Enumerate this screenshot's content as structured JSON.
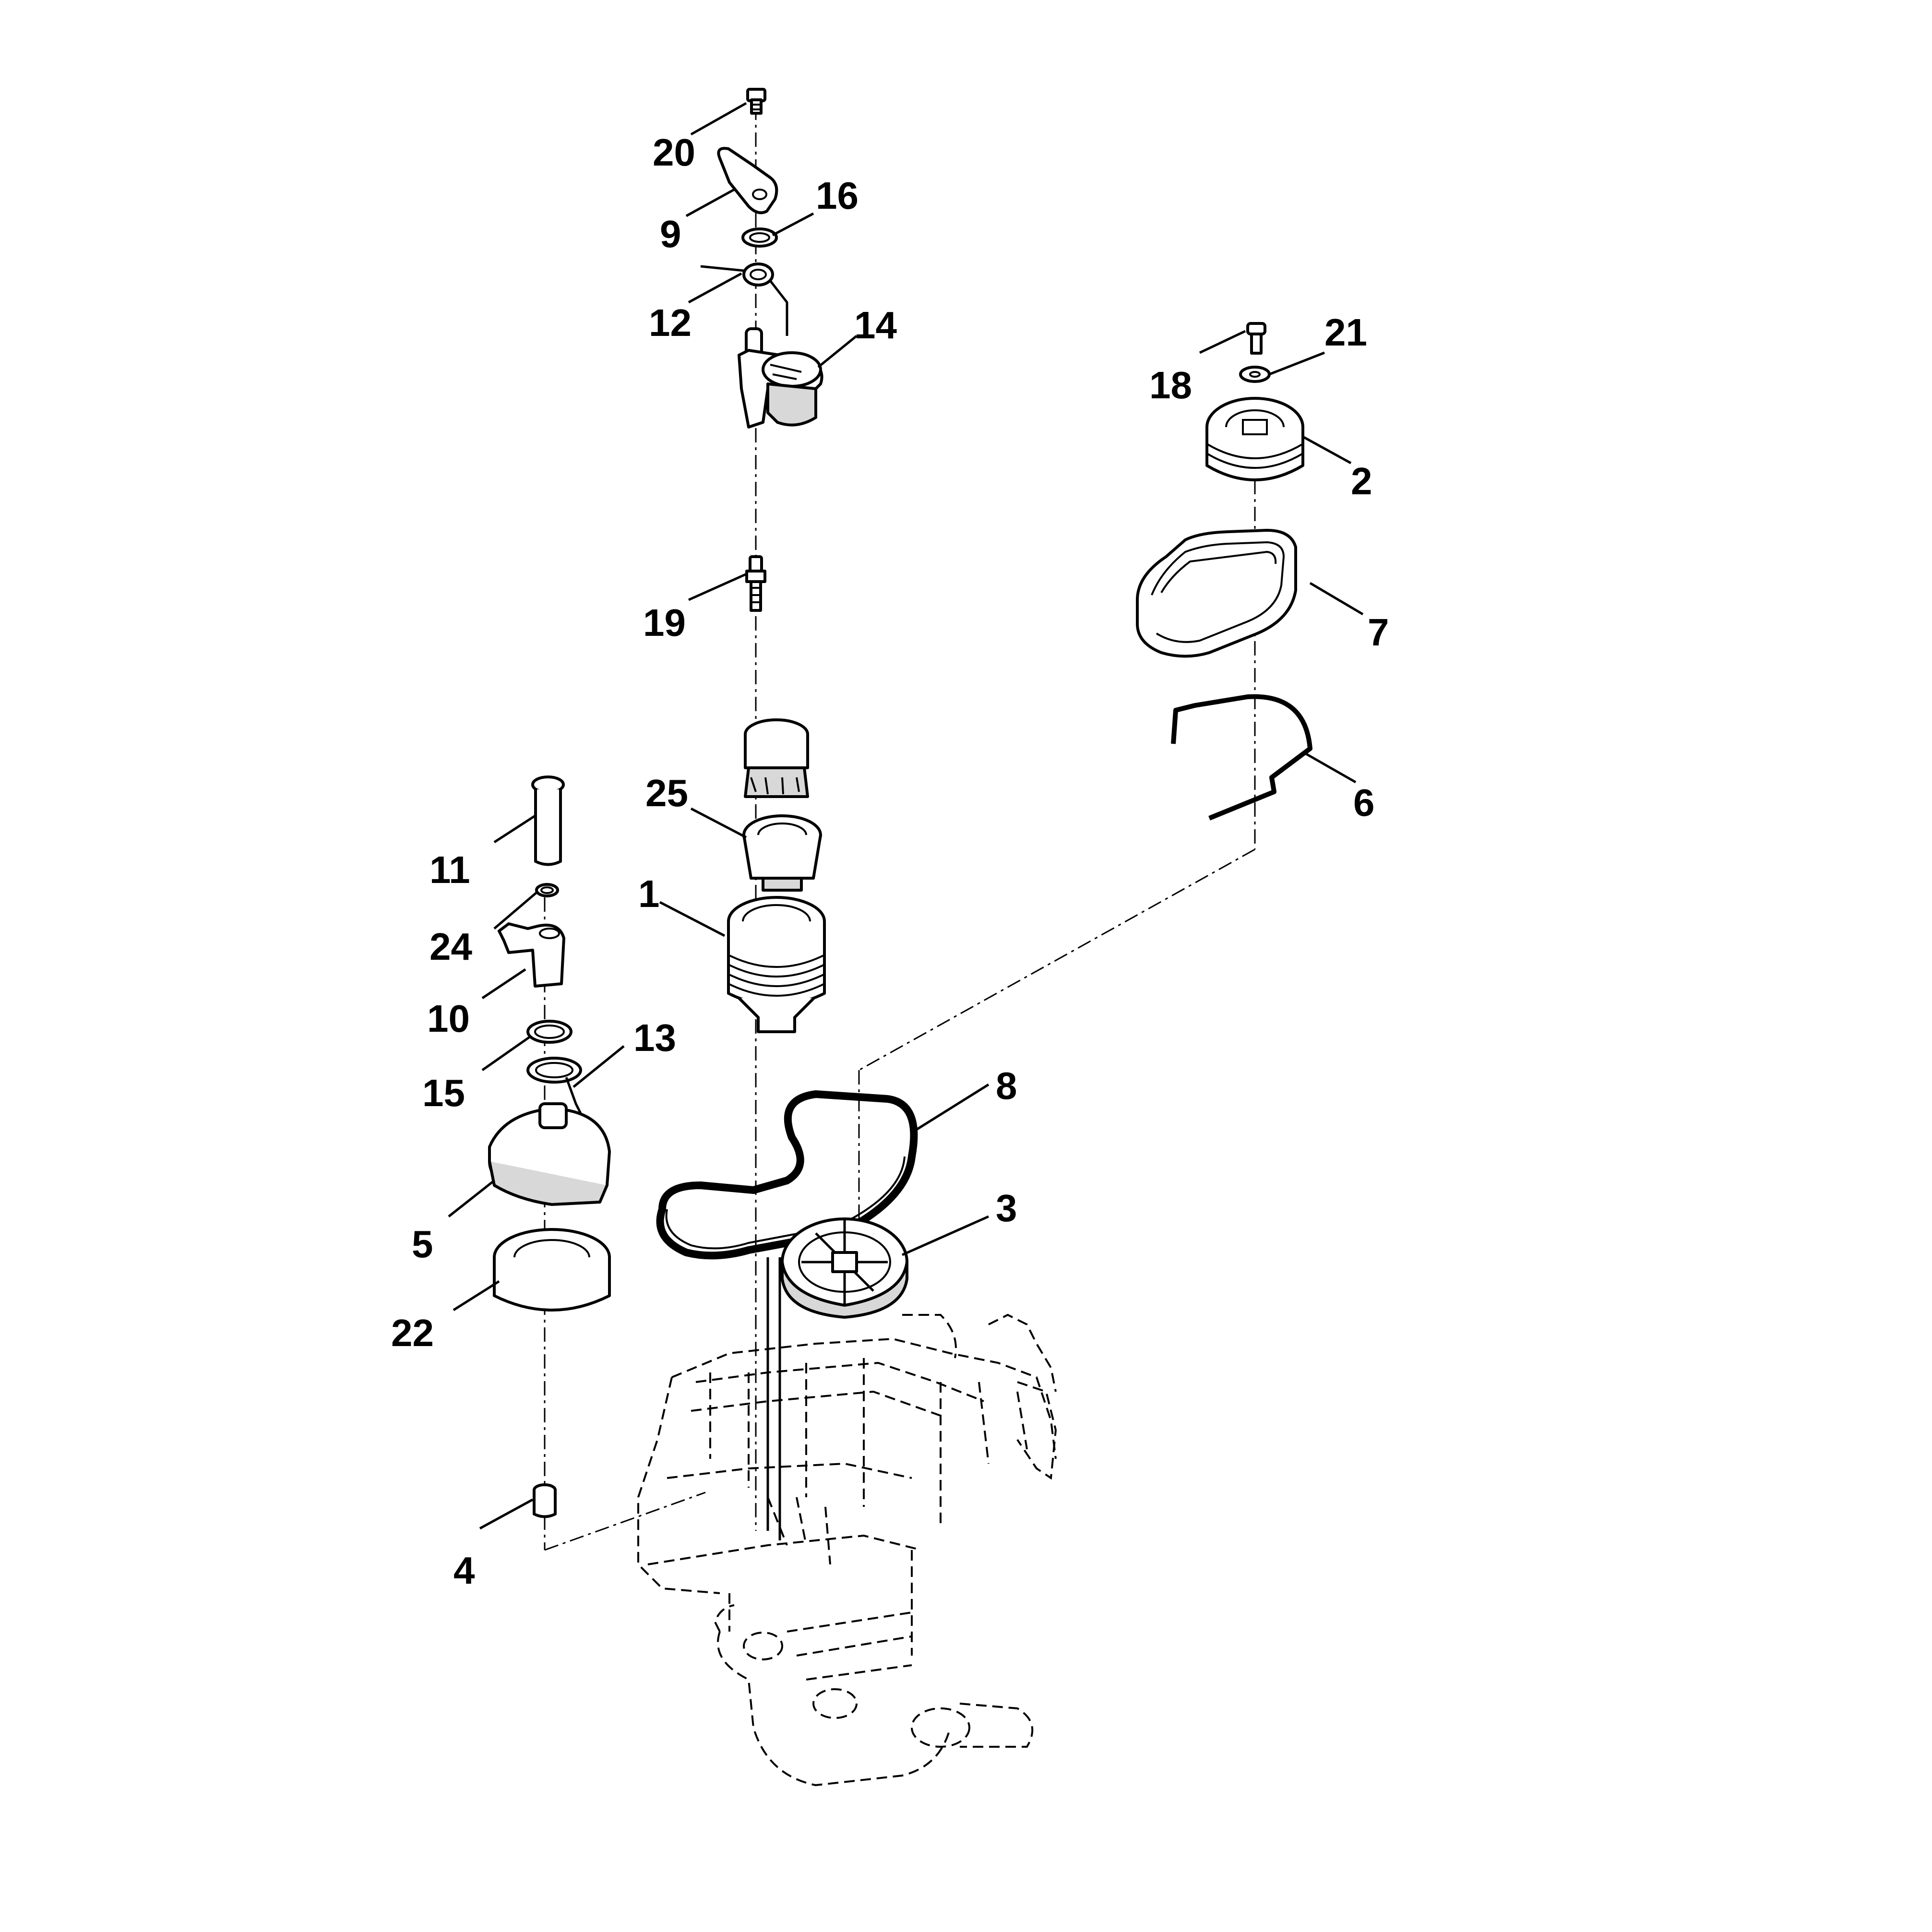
{
  "labels": {
    "p1": "1",
    "p2": "2",
    "p3": "3",
    "p4": "4",
    "p5": "5",
    "p6": "6",
    "p7": "7",
    "p8": "8",
    "p9": "9",
    "p10": "10",
    "p11": "11",
    "p12": "12",
    "p13": "13",
    "p14": "14",
    "p15": "15",
    "p16": "16",
    "p18": "18",
    "p19": "19",
    "p20": "20",
    "p21": "21",
    "p22": "22",
    "p24": "24",
    "p25": "25"
  }
}
